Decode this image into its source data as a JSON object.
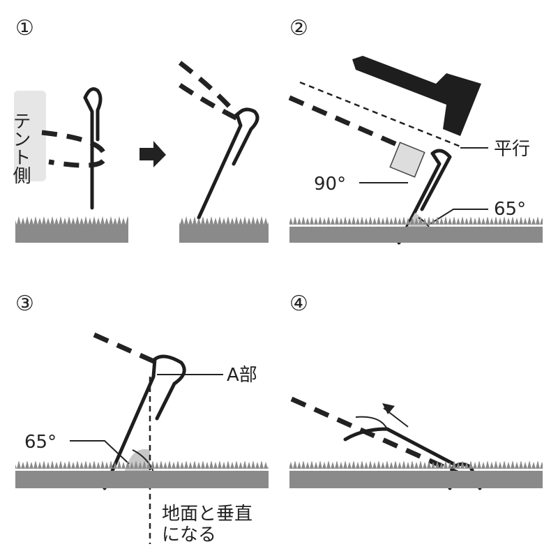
{
  "steps": [
    {
      "number": "①",
      "label": "テント側"
    },
    {
      "number": "②",
      "parallel_label": "平行",
      "angle_90": "90°",
      "angle_65": "65°"
    },
    {
      "number": "③",
      "part_label": "A部",
      "angle_65": "65°",
      "vertical_label_line1": "地面と垂直",
      "vertical_label_line2": "になる"
    },
    {
      "number": "④"
    }
  ]
}
